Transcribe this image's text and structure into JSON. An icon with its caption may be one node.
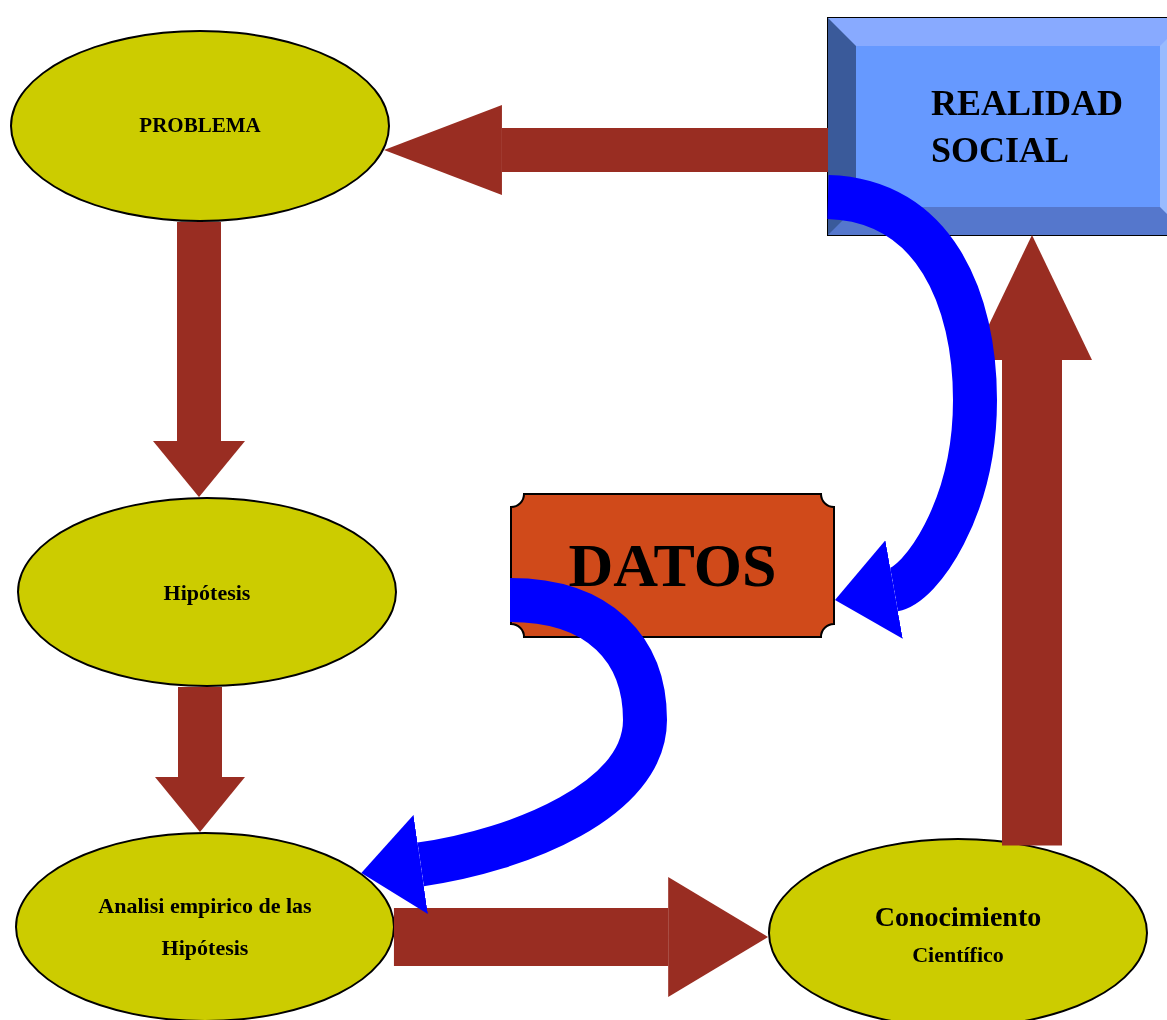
{
  "diagram": {
    "nodes": [
      {
        "text": [
          "PROBLEMA"
        ]
      },
      {
        "text": [
          "REALIDAD SOCIAL"
        ]
      },
      {
        "text": [
          "Hipótesis"
        ]
      },
      {
        "text": [
          "DATOS"
        ]
      },
      {
        "text": [
          "Analisi empirico de las Hipótesis"
        ]
      },
      {
        "text": [
          "Conocimiento",
          "Científico"
        ]
      }
    ],
    "edges": [
      {
        "from": 1,
        "to": 0,
        "arrow": "to"
      },
      {
        "from": 0,
        "to": 2,
        "arrow": "to"
      },
      {
        "from": 2,
        "to": 4,
        "arrow": "to"
      },
      {
        "from": 4,
        "to": 5,
        "arrow": "to"
      },
      {
        "from": 5,
        "to": 1,
        "arrow": "to"
      },
      {
        "from": 1,
        "to": 3,
        "arrow": "to",
        "color": "#0000ff"
      },
      {
        "from": 3,
        "to": 4,
        "arrow": "to",
        "color": "#0000ff"
      }
    ]
  }
}
